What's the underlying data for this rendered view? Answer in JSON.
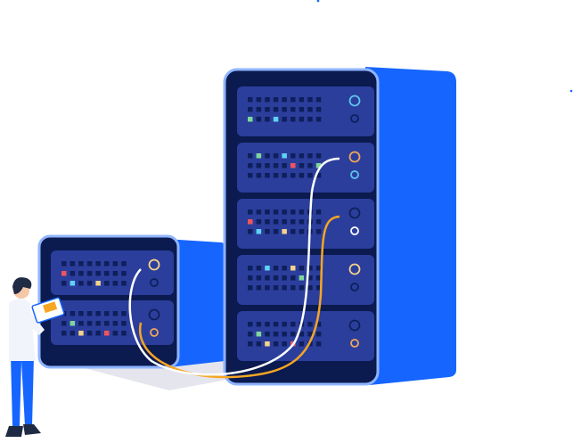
{
  "illustration": {
    "subject": "server-racks",
    "colors": {
      "frame": "#0b1a4f",
      "frame_border": "#8fb4ff",
      "side": "#1565fe",
      "unit": "#2b3e9c",
      "dot": "#0f1f5c",
      "cable_white": "#ffffff",
      "cable_orange": "#f5a623",
      "led_red": "#f2545b",
      "led_yellow": "#f6d38a",
      "led_cyan": "#5fd3f3",
      "led_green": "#7fd79a",
      "ring_cyan": "#5fc3ea",
      "ring_orange": "#f2a65a",
      "shadow": "#d8d8e8"
    },
    "large_rack_units": 5,
    "small_rack_units": 2
  }
}
